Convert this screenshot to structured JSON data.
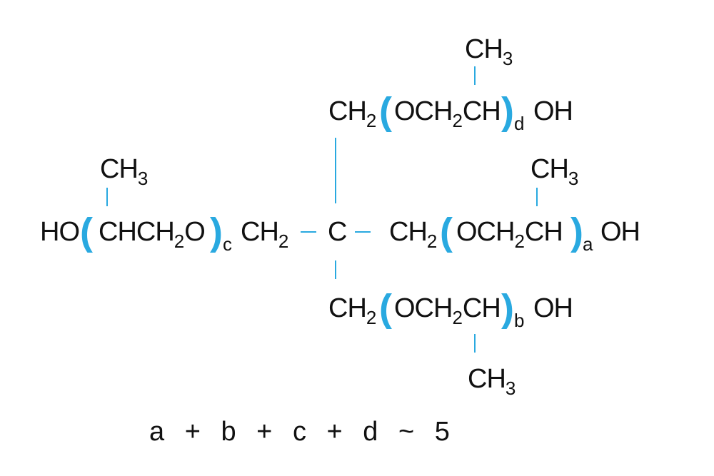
{
  "colors": {
    "bond": "#29a9e0",
    "paren": "#29a9e0",
    "text": "#111111"
  },
  "top": {
    "ch3": {
      "main": "CH",
      "sub": "3"
    },
    "ch2": {
      "main": "CH",
      "sub": "2"
    },
    "unit": {
      "a": "OCH",
      "b": "2",
      "c": "CH"
    },
    "index": "d",
    "end": "OH"
  },
  "left": {
    "ch3": {
      "main": "CH",
      "sub": "3"
    },
    "start": "HO",
    "unit": {
      "a": "CHCH",
      "b": "2",
      "c": "O"
    },
    "index": "c",
    "ch2": {
      "main": "CH",
      "sub": "2"
    }
  },
  "center": {
    "atom": "C"
  },
  "right": {
    "ch3": {
      "main": "CH",
      "sub": "3"
    },
    "ch2": {
      "main": "CH",
      "sub": "2"
    },
    "unit": {
      "a": "OCH",
      "b": "2",
      "c": "CH"
    },
    "index": "a",
    "end": "OH"
  },
  "bottom": {
    "ch2": {
      "main": "CH",
      "sub": "2"
    },
    "unit": {
      "a": "OCH",
      "b": "2",
      "c": "CH"
    },
    "index": "b",
    "end": "OH",
    "ch3": {
      "main": "CH",
      "sub": "3"
    }
  },
  "equation": {
    "a": "a",
    "plus": "+",
    "b": "b",
    "c": "c",
    "d": "d",
    "tilde": "~",
    "value": "5"
  }
}
